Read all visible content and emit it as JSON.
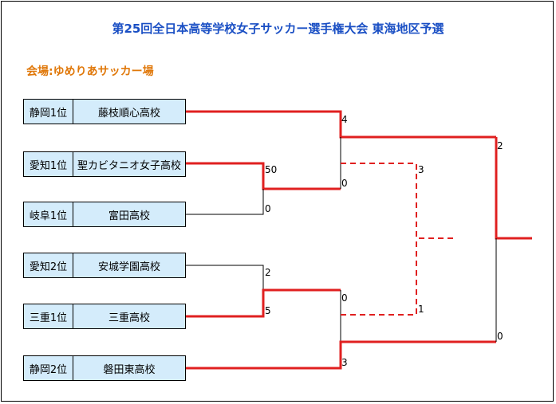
{
  "title": "第25回全日本高等学校女子サッカー選手権大会 東海地区予選",
  "venue": "会場:ゆめりあサッカー場",
  "teams": [
    {
      "seed": "静岡1位",
      "name": "藤枝順心高校"
    },
    {
      "seed": "愛知1位",
      "name": "聖カビタニオ女子高校"
    },
    {
      "seed": "岐阜1位",
      "name": "富田高校"
    },
    {
      "seed": "愛知2位",
      "name": "安城学園高校"
    },
    {
      "seed": "三重1位",
      "name": "三重高校"
    },
    {
      "seed": "静岡2位",
      "name": "磐田東高校"
    }
  ],
  "scores": {
    "r1_top_a": "50",
    "r1_top_b": "0",
    "r1_bot_a": "2",
    "r1_bot_b": "5",
    "sf_top_a": "4",
    "sf_top_b": "0",
    "sf_bot_a": "0",
    "sf_bot_b": "3",
    "final_a": "2",
    "final_b": "0",
    "third_a": "3",
    "third_b": "1"
  },
  "colors": {
    "title": "#1a4fc4",
    "venue": "#e0780a",
    "win_line": "#e02020",
    "team_bg": "#d4ecfb"
  }
}
